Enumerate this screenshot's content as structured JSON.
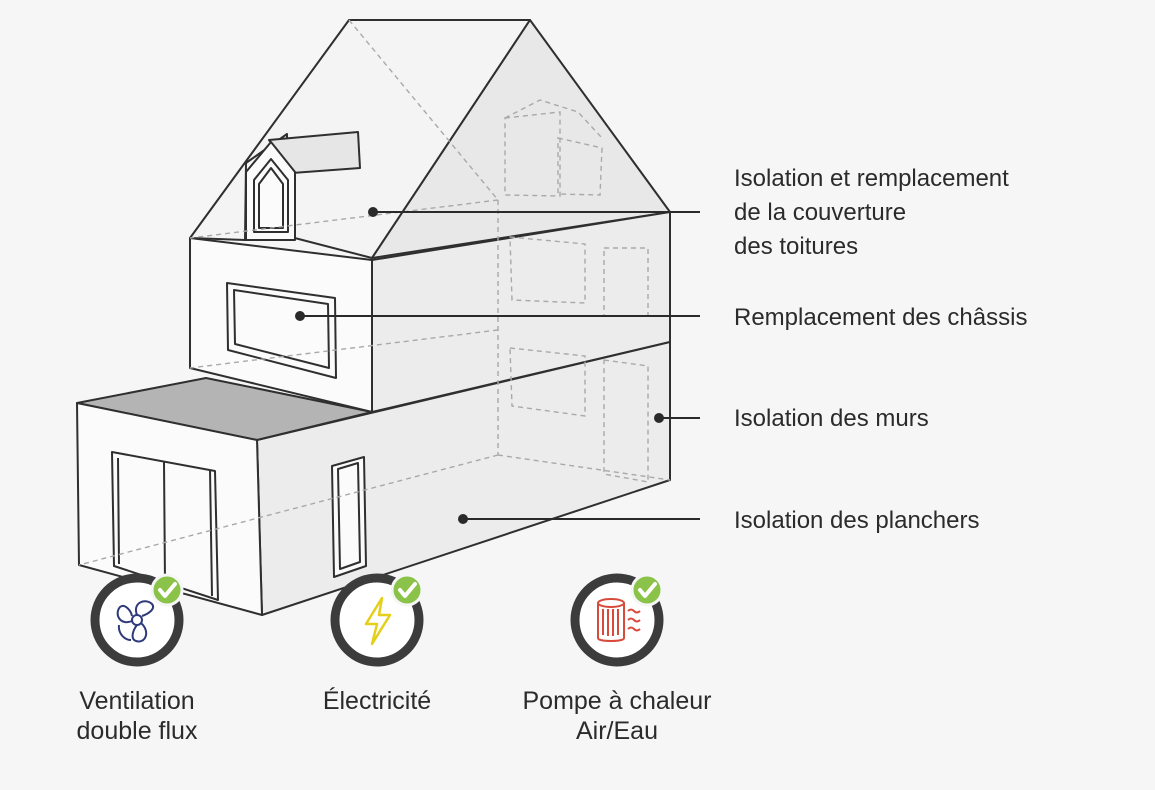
{
  "callouts": [
    {
      "id": "roof",
      "lines": [
        "Isolation et remplacement",
        "de la couverture",
        "des toitures"
      ]
    },
    {
      "id": "frames",
      "lines": [
        "Remplacement des châssis"
      ]
    },
    {
      "id": "walls",
      "lines": [
        "Isolation des murs"
      ]
    },
    {
      "id": "floors",
      "lines": [
        "Isolation des planchers"
      ]
    }
  ],
  "equipment": [
    {
      "id": "ventilation",
      "lines": [
        "Ventilation",
        "double flux"
      ],
      "icon": "fan-icon",
      "icon_color": "#2e3a7a",
      "checked": true
    },
    {
      "id": "electricity",
      "lines": [
        "Électricité"
      ],
      "icon": "lightning-icon",
      "icon_color": "#e6cf1a",
      "checked": true
    },
    {
      "id": "heatpump",
      "lines": [
        "Pompe à chaleur",
        "Air/Eau"
      ],
      "icon": "heat-pump-icon",
      "icon_color": "#d84a3b",
      "checked": true
    }
  ],
  "colors": {
    "background": "#f6f6f6",
    "outline": "#2f2f2f",
    "ring": "#3c3c3c",
    "check": "#8bc34a",
    "flat_roof": "#b4b4b4",
    "house_fill": "#fbfbfb",
    "house_shade": "#e9e9e9"
  }
}
